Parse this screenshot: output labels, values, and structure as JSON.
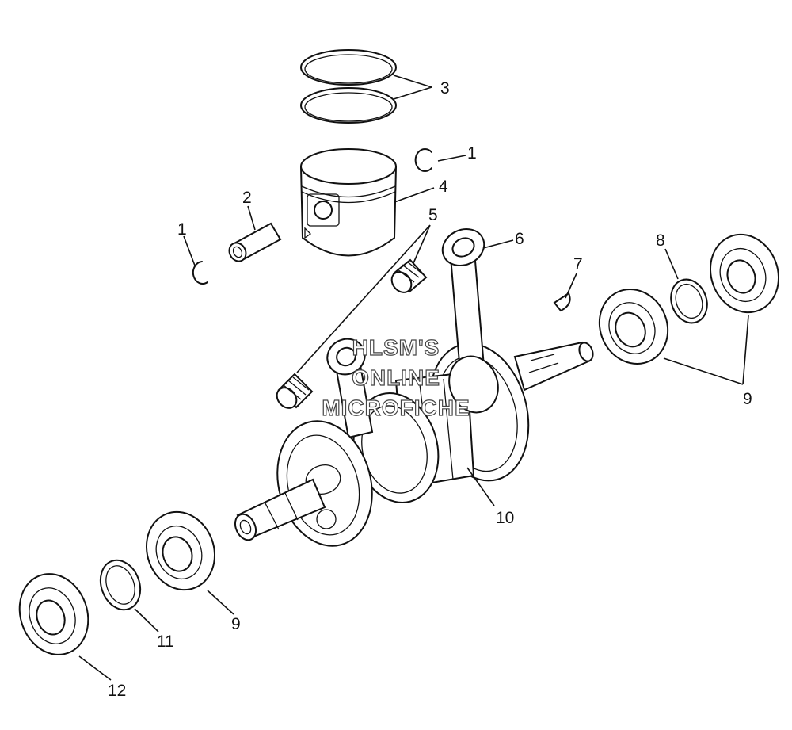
{
  "diagram": {
    "callouts": {
      "c1a": "1",
      "c1b": "1",
      "c2": "2",
      "c3": "3",
      "c4": "4",
      "c5": "5",
      "c6": "6",
      "c7": "7",
      "c8": "8",
      "c9a": "9",
      "c9b": "9",
      "c10": "10",
      "c11": "11",
      "c12": "12"
    },
    "watermark": {
      "line1": "HLSM'S",
      "line2": "ONLINE",
      "line3": "MICROFICHE"
    }
  }
}
